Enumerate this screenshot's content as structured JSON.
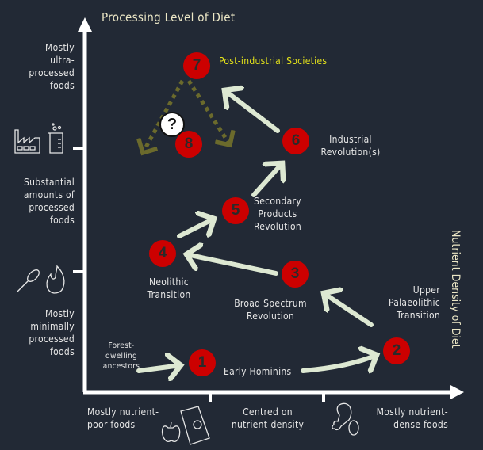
{
  "axes": {
    "y_title": "Processing Level of Diet",
    "x_title": "Nutrient Density of Diet",
    "y_levels": [
      {
        "label": "Mostly\nultra-\nprocessed\nfoods"
      },
      {
        "label": "Substantial\namounts of\nprocessed\nfoods"
      },
      {
        "label": "Mostly\nminimally\nprocessed\nfoods"
      }
    ],
    "x_levels": [
      {
        "label": "Mostly nutrient-\npoor foods"
      },
      {
        "label": "Centred on\nnutrient-density"
      },
      {
        "label": "Mostly nutrient-\ndense foods"
      }
    ]
  },
  "nodes": [
    {
      "id": "1",
      "label": "Early Hominins"
    },
    {
      "id": "2",
      "label": "Upper\nPalaeolithic\nTransition"
    },
    {
      "id": "3",
      "label": "Broad Spectrum\nRevolution"
    },
    {
      "id": "4",
      "label": "Neolithic\nTransition"
    },
    {
      "id": "5",
      "label": "Secondary\nProducts\nRevolution"
    },
    {
      "id": "6",
      "label": "Industrial\nRevolution(s)"
    },
    {
      "id": "7",
      "label": "Post-industrial Societies"
    },
    {
      "id": "8",
      "label": ""
    }
  ],
  "start_label": "Forest-\ndwelling\nancestors",
  "unknown_marker": "?",
  "colors": {
    "background": "#222935",
    "node": "#cc0000",
    "arrow": "#dde8d2",
    "future_arrow": "#6b6a2c",
    "highlight": "#e4e21a"
  }
}
